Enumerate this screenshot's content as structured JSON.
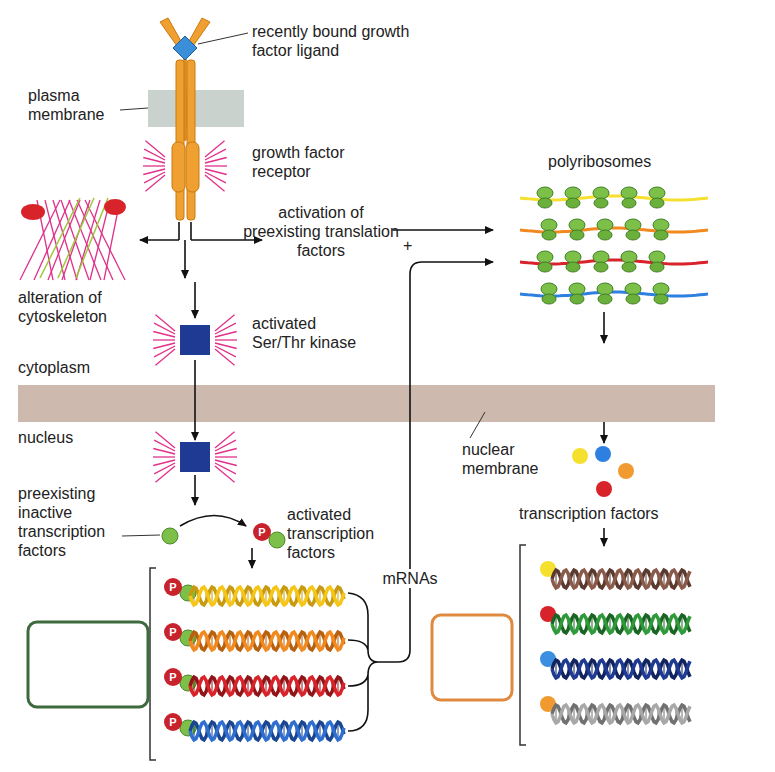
{
  "diagram": {
    "nodes": [
      {
        "text": [
          "P"
        ]
      },
      {
        "text": [
          "P"
        ]
      },
      {
        "text": [
          "P"
        ]
      },
      {
        "text": [
          "P"
        ]
      },
      {
        "text": [
          "P"
        ]
      }
    ],
    "labels": [
      "recently bound growth factor ligand",
      "plasma membrane",
      "growth factor receptor",
      "alteration of cytoskeleton",
      "activation of preexisting translation factors",
      "+",
      "polyribosomes",
      "activated Ser/Thr kinase",
      "cytoplasm",
      "nucleus",
      "nuclear membrane",
      "preexisting inactive transcription factors",
      "activated transcription factors",
      "mRNAs",
      "transcription factors"
    ]
  }
}
